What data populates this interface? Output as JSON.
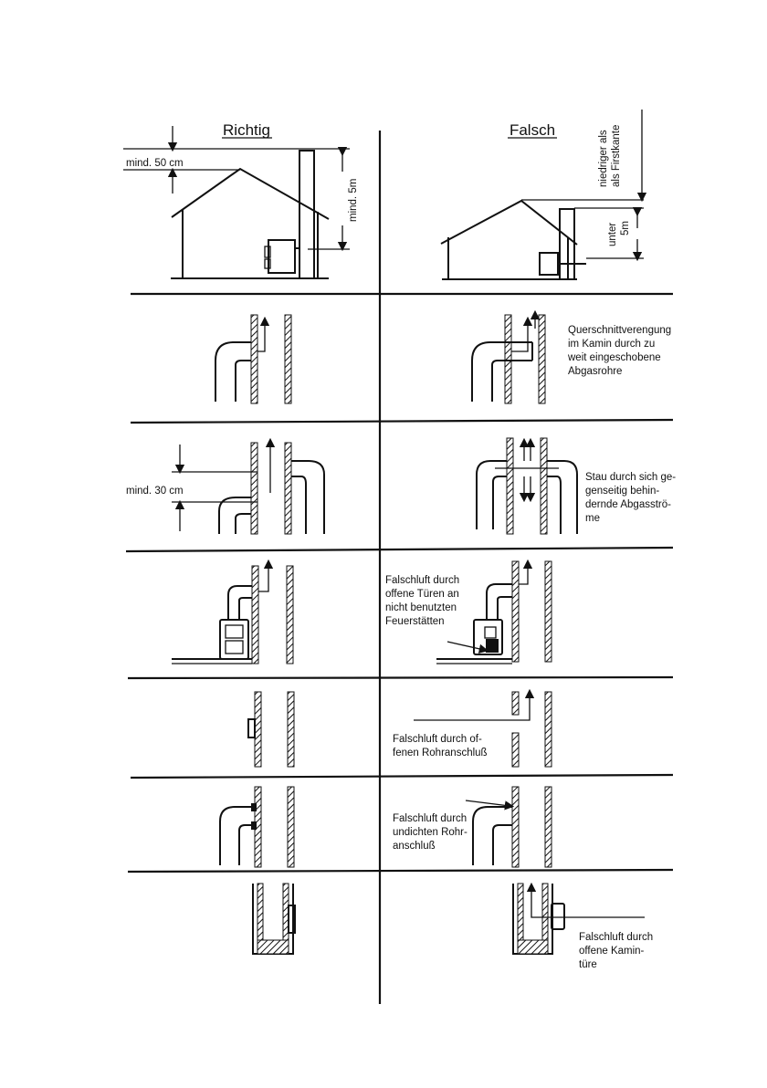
{
  "headers": {
    "right": "Richtig",
    "wrong": "Falsch"
  },
  "row1": {
    "min_50": "mind. 50 cm",
    "min_5m": "mind. 5m",
    "ridge_1": "niedriger als",
    "ridge_2": "als Firstkante",
    "under_1": "unter",
    "under_2": "5m"
  },
  "row2": {
    "note": [
      "Querschnittverengung",
      "im Kamin durch zu",
      "weit eingeschobene",
      "Abgasrohre"
    ]
  },
  "row3": {
    "min_30": "mind. 30 cm",
    "note": [
      "Stau durch sich ge-",
      "genseitig behin-",
      "dernde Abgasströ-",
      "me"
    ]
  },
  "row4": {
    "note": [
      "Falschluft durch",
      "offene Türen an",
      "nicht benutzten",
      "Feuerstätten"
    ]
  },
  "row5": {
    "note": [
      "Falschluft durch of-",
      "fenen Rohranschluß"
    ]
  },
  "row6": {
    "note": [
      "Falschluft durch",
      "undichten Rohr-",
      "anschluß"
    ]
  },
  "row7": {
    "note": [
      "Falschluft durch",
      "offene Kamin-",
      "türe"
    ]
  }
}
